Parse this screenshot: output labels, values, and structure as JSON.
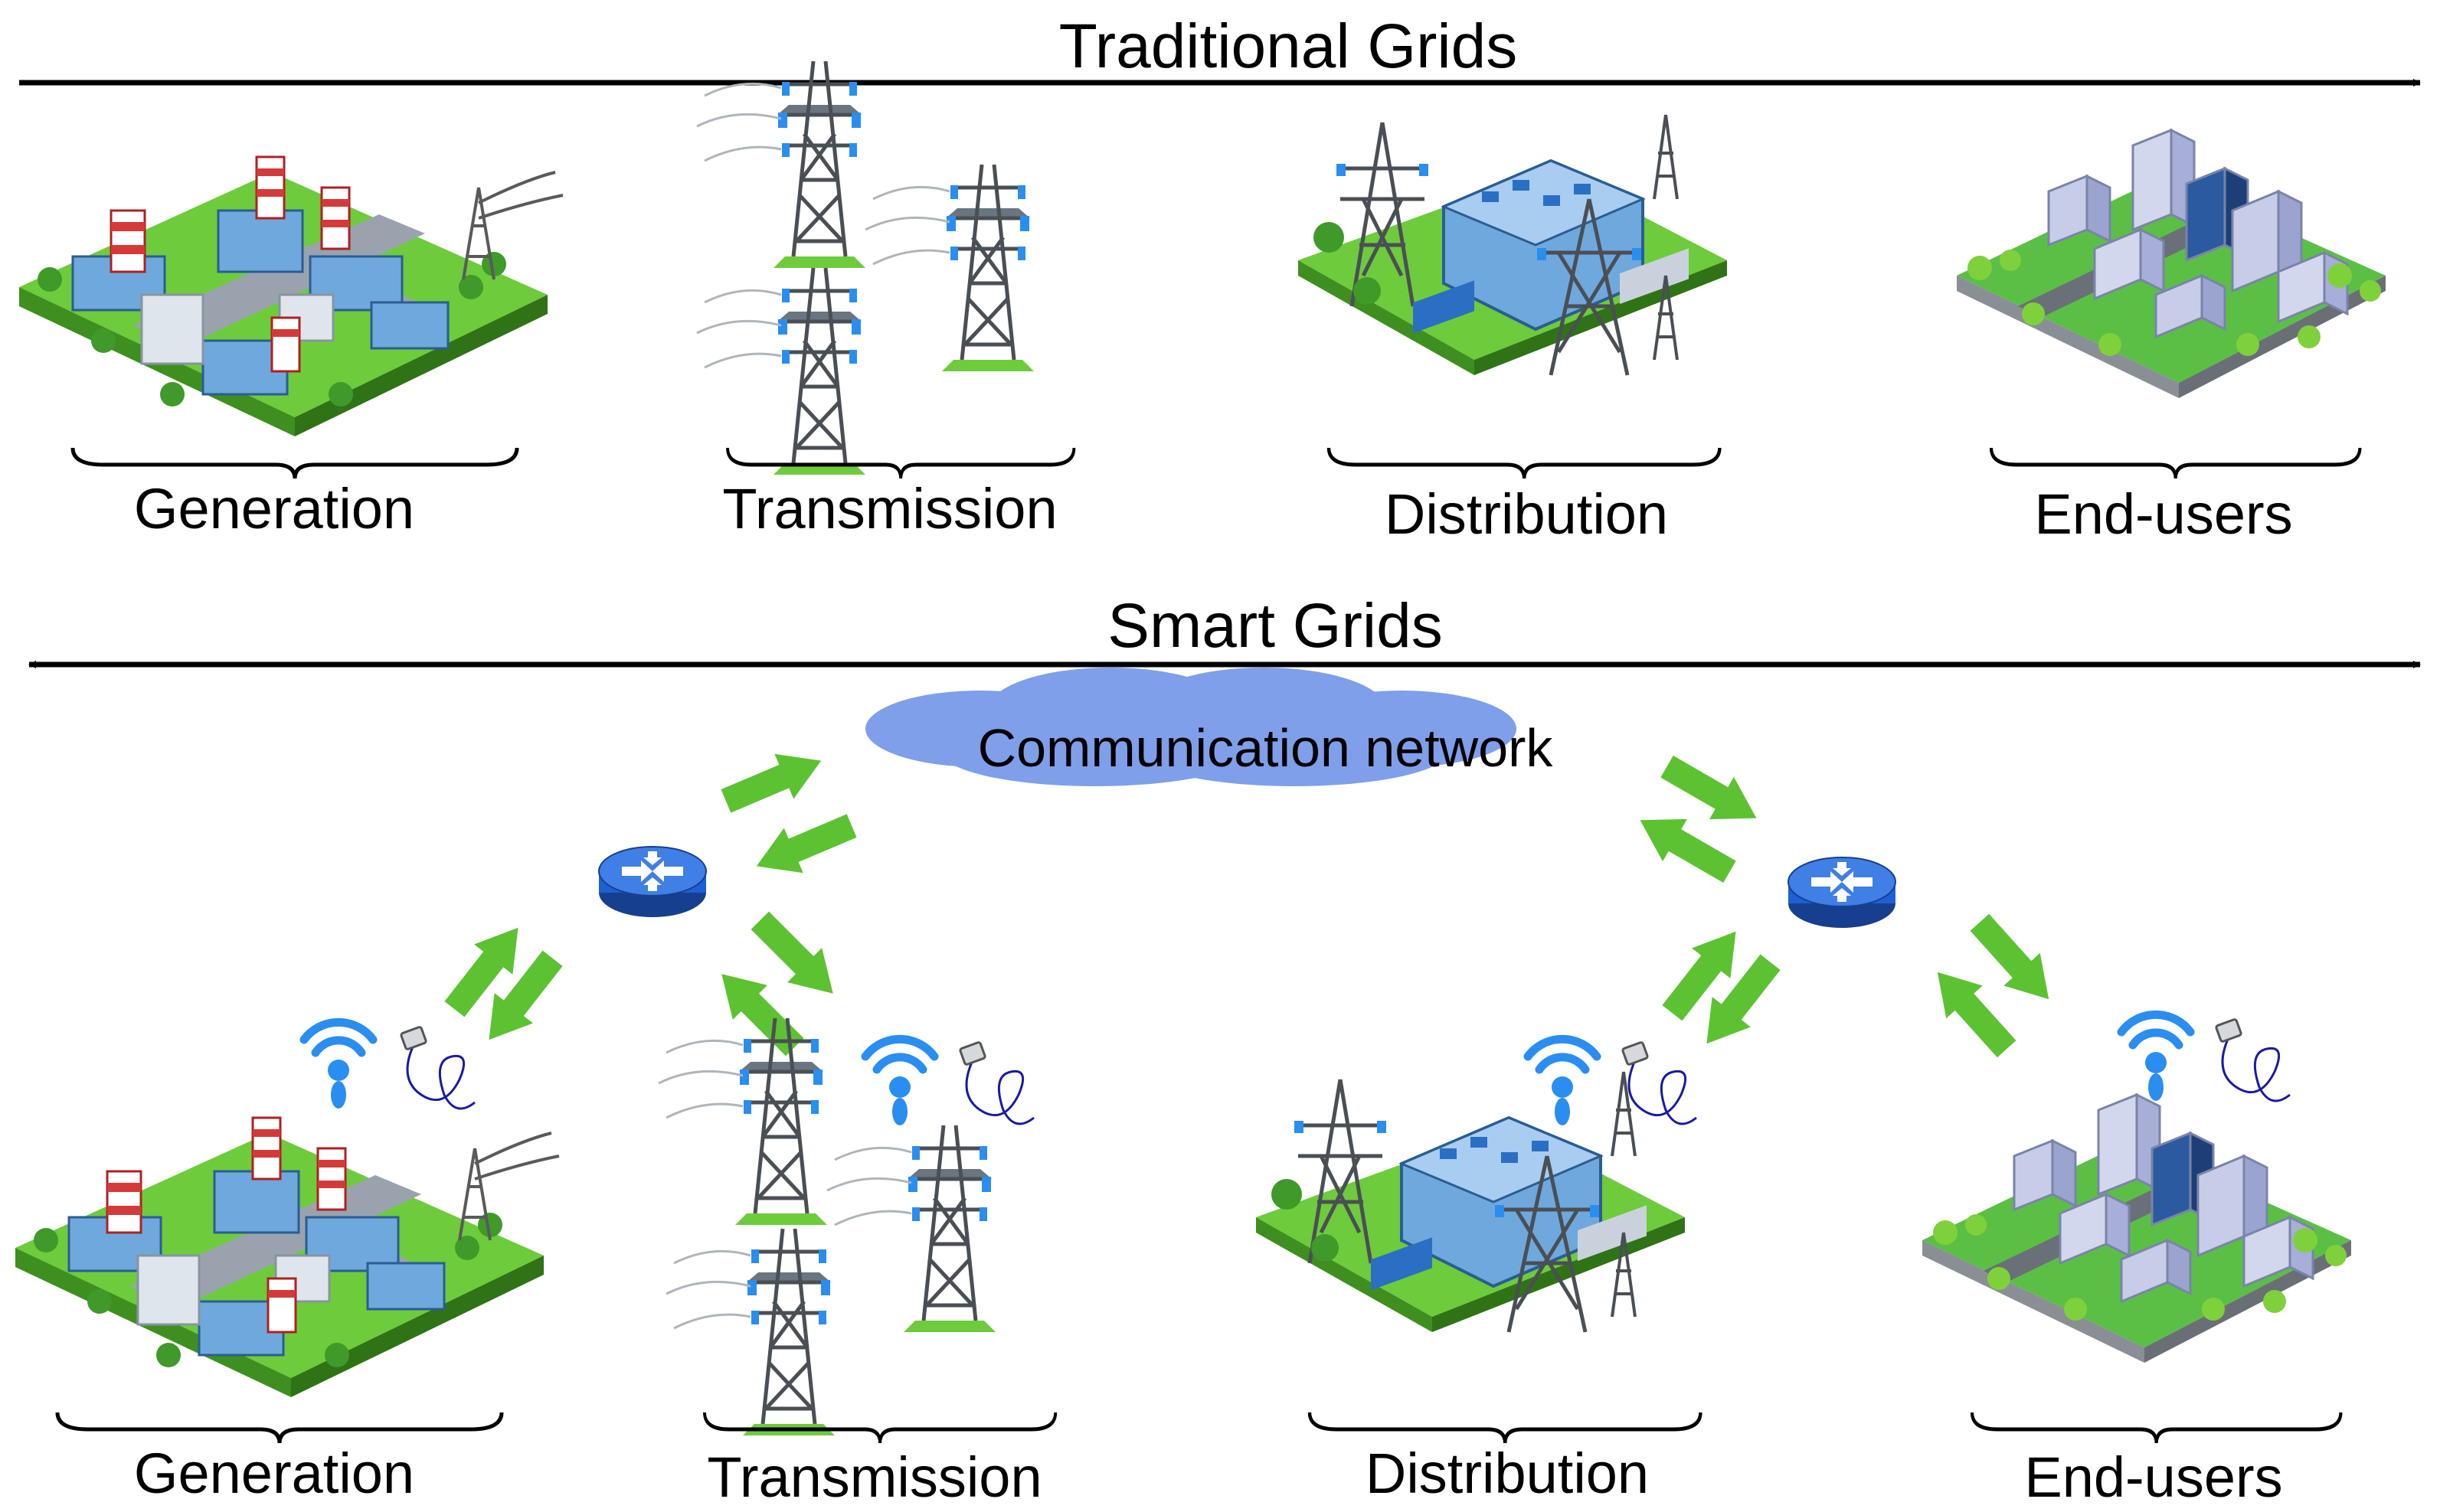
{
  "traditional": {
    "title": "Traditional Grids",
    "stages": [
      "Generation",
      "Transmission",
      "Distribution",
      "End-users"
    ]
  },
  "smart": {
    "title": "Smart Grids",
    "network": "Communication network",
    "stages": [
      "Generation",
      "Transmission",
      "Distribution",
      "End-users"
    ]
  },
  "icons": {
    "generation": "power-plant-icon",
    "transmission": "transmission-tower-icon",
    "distribution": "substation-icon",
    "end_users": "city-buildings-icon",
    "router": "router-icon",
    "wireless": "wifi-icon",
    "wired": "ethernet-cable-icon",
    "cloud": "cloud-icon"
  },
  "colors": {
    "arrow_green": "#5dc232",
    "cloud_blue": "#7f9fea",
    "router_blue": "#1f5fd6",
    "wifi_blue": "#2a8ef0",
    "ground_green": "#6ecb3c",
    "building_blue": "#6fa8dc",
    "tower_gray": "#5a5a5a"
  }
}
